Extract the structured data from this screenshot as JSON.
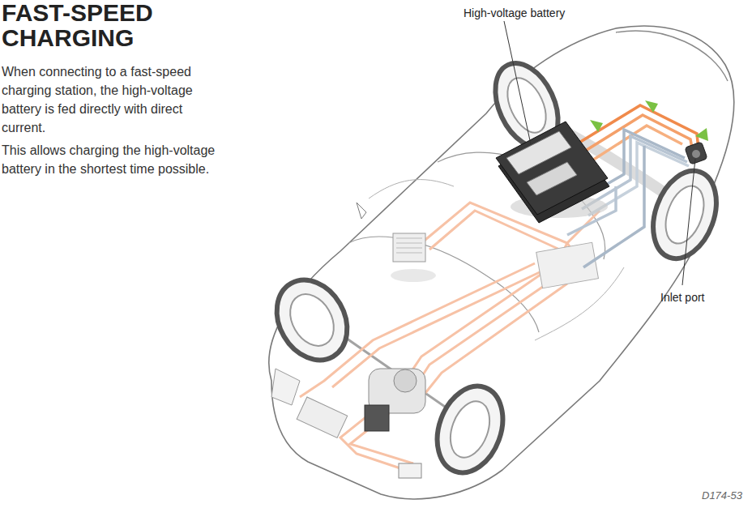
{
  "diagram": {
    "title": "FAST-SPEED CHARGING",
    "labels": [
      "When connecting to a fast-speed charging station, the high-voltage battery is fed directly with direct current.",
      "This allows charging the high-voltage battery in the shortest time possible.",
      "High-voltage battery",
      "Inlet port",
      "D174-53"
    ]
  }
}
